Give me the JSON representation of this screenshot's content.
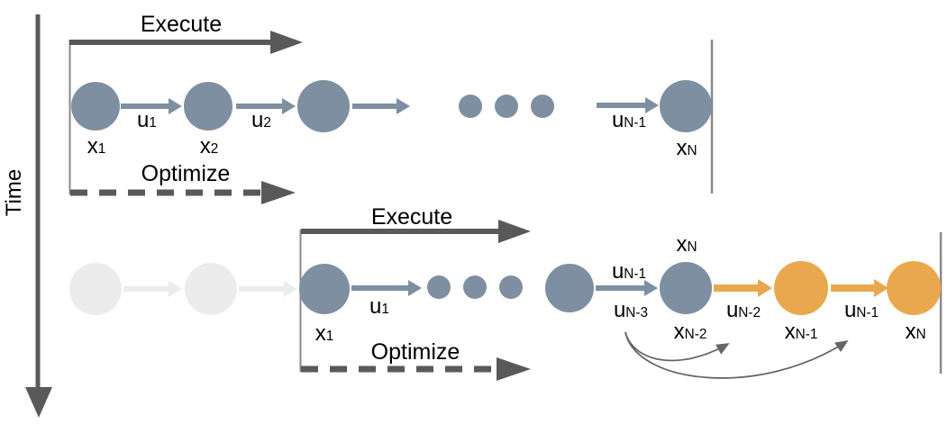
{
  "colors": {
    "node_gray": "#7d8fa0",
    "node_faded": "#ececec",
    "node_orange": "#eaa84e",
    "arrow_dark": "#595959",
    "bracket_line": "#8a8a8a",
    "curve_arrow": "#666666"
  },
  "diagram": {
    "time_axis_label": "Time",
    "iteration1": {
      "execute_label": "Execute",
      "optimize_label": "Optimize",
      "states": [
        {
          "base": "x",
          "sub": "1"
        },
        {
          "base": "x",
          "sub": "2"
        },
        {
          "base": "x",
          "sub": "N"
        }
      ],
      "controls": [
        {
          "base": "u",
          "sub": "1"
        },
        {
          "base": "u",
          "sub": "2"
        },
        {
          "base": "u",
          "sub": "N-1"
        }
      ]
    },
    "iteration2": {
      "execute_label": "Execute",
      "optimize_label": "Optimize",
      "labels": {
        "x1": {
          "base": "x",
          "sub": "1"
        },
        "u1": {
          "base": "u",
          "sub": "1"
        },
        "uN1_above": {
          "base": "u",
          "sub": "N-1"
        },
        "uN3_below": {
          "base": "u",
          "sub": "N-3"
        },
        "xN_above": {
          "base": "x",
          "sub": "N"
        },
        "xN2_below": {
          "base": "x",
          "sub": "N-2"
        },
        "uN2": {
          "base": "u",
          "sub": "N-2"
        },
        "xN1": {
          "base": "x",
          "sub": "N-1"
        },
        "uN1_orange": {
          "base": "u",
          "sub": "N-1"
        },
        "xN_final": {
          "base": "x",
          "sub": "N"
        }
      }
    }
  }
}
